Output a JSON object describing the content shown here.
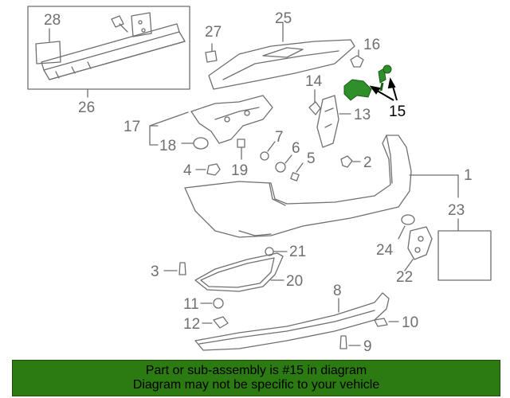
{
  "diagram": {
    "callouts": {
      "c1": "1",
      "c2": "2",
      "c3": "3",
      "c4": "4",
      "c5": "5",
      "c6": "6",
      "c7": "7",
      "c8": "8",
      "c9": "9",
      "c10": "10",
      "c11": "11",
      "c12": "12",
      "c13": "13",
      "c14": "14",
      "c15": "15",
      "c16": "16",
      "c17": "17",
      "c18": "18",
      "c19": "19",
      "c20": "20",
      "c21": "21",
      "c22": "22",
      "c23": "23",
      "c24": "24",
      "c25": "25",
      "c26": "26",
      "c27": "27",
      "c28": "28"
    },
    "highlighted_part": "15",
    "colors": {
      "line": "#6f6f6f",
      "highlight": "#2f8f2a",
      "banner": "#2b7a12",
      "text": "#000000"
    }
  },
  "banner": {
    "line1": "Part or sub-assembly is #15 in diagram",
    "line2": "Diagram may not be specific to your vehicle"
  }
}
